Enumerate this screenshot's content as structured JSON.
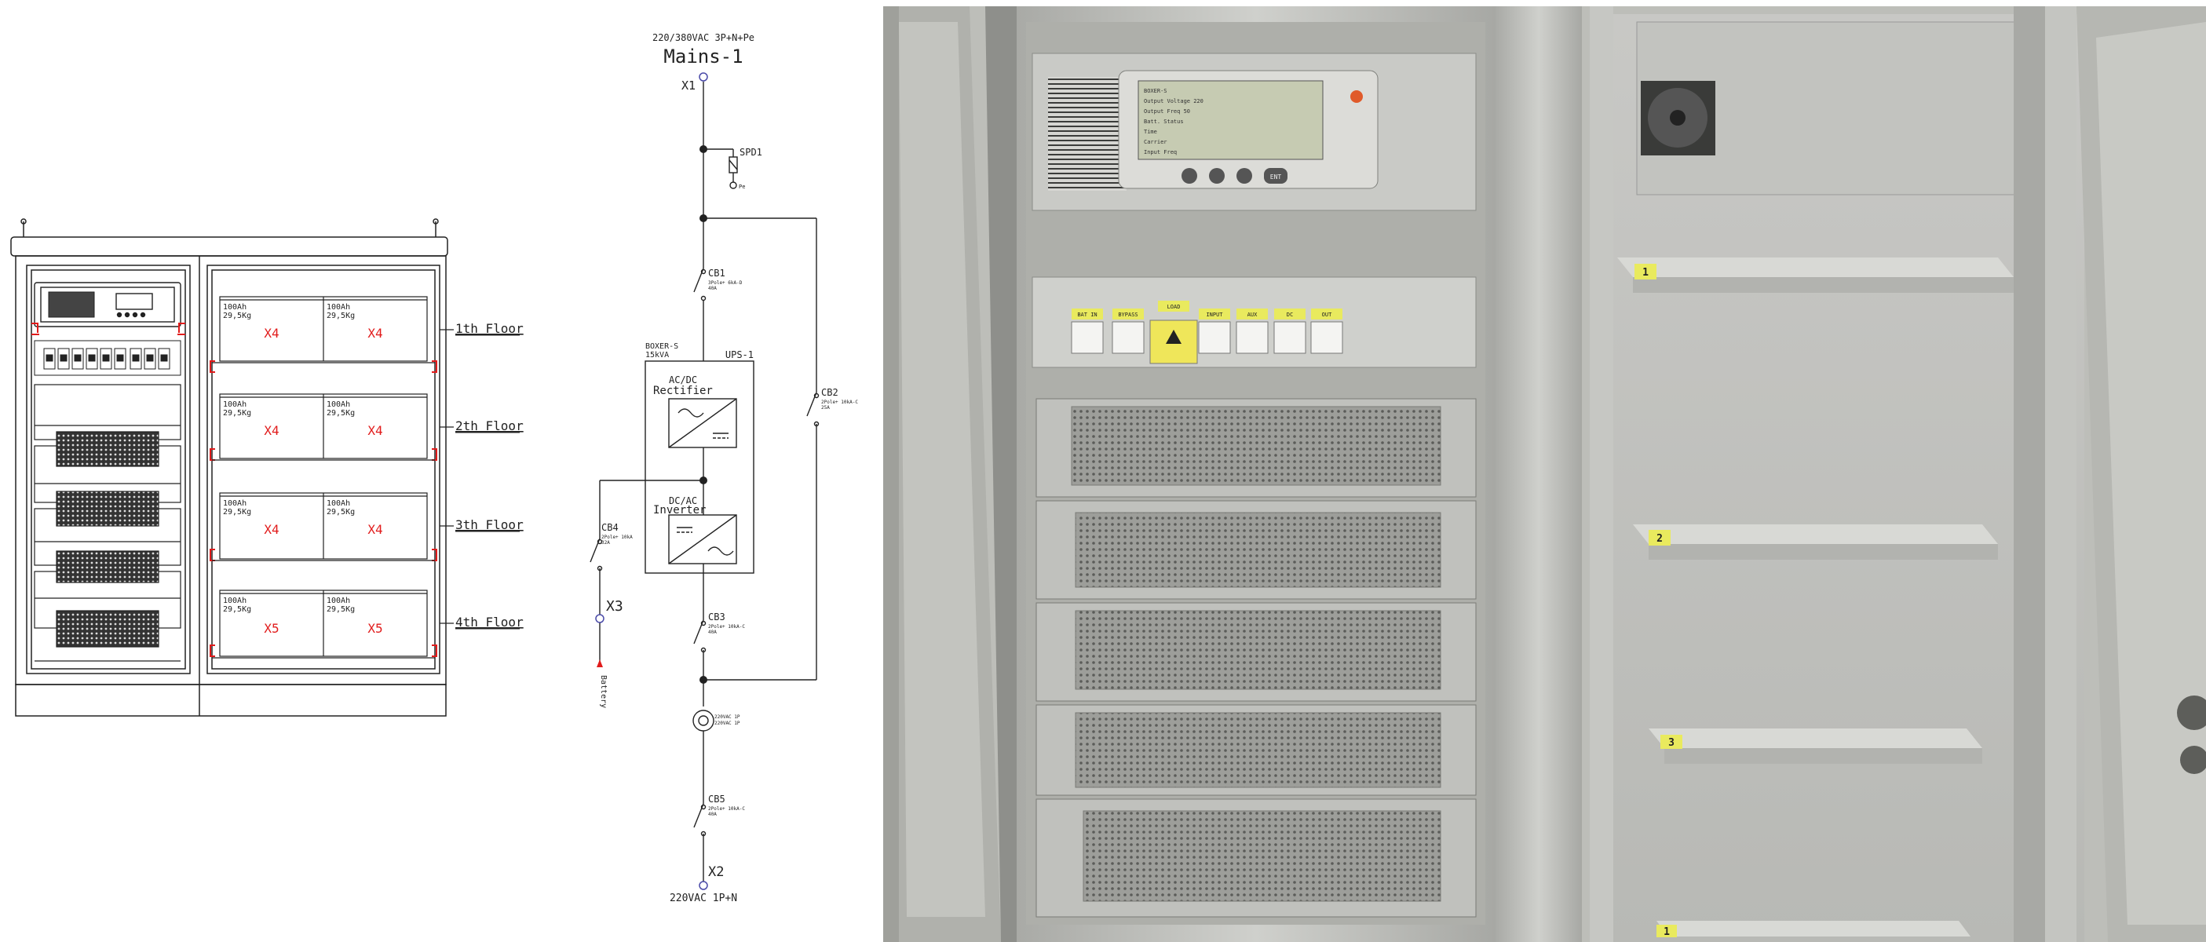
{
  "cabinet": {
    "batteries": [
      {
        "floor": "1th Floor",
        "cells": [
          {
            "cap": "100Ah",
            "wt": "29,5Kg",
            "qty": "X4"
          },
          {
            "cap": "100Ah",
            "wt": "29,5Kg",
            "qty": "X4"
          }
        ]
      },
      {
        "floor": "2th Floor",
        "cells": [
          {
            "cap": "100Ah",
            "wt": "29,5Kg",
            "qty": "X4"
          },
          {
            "cap": "100Ah",
            "wt": "29,5Kg",
            "qty": "X4"
          }
        ]
      },
      {
        "floor": "3th Floor",
        "cells": [
          {
            "cap": "100Ah",
            "wt": "29,5Kg",
            "qty": "X4"
          },
          {
            "cap": "100Ah",
            "wt": "29,5Kg",
            "qty": "X4"
          }
        ]
      },
      {
        "floor": "4th Floor",
        "cells": [
          {
            "cap": "100Ah",
            "wt": "29,5Kg",
            "qty": "X5"
          },
          {
            "cap": "100Ah",
            "wt": "29,5Kg",
            "qty": "X5"
          }
        ]
      }
    ]
  },
  "schematic": {
    "supply": "220/380VAC 3P+N+Pe",
    "mains": "Mains-1",
    "x1": "X1",
    "spd": "SPD1",
    "pe": "Pe",
    "cb1": {
      "name": "CB1",
      "spec": "3Pole+ 6kA-D",
      "rating": "40A"
    },
    "cb2": {
      "name": "CB2",
      "spec": "2Pole+ 10kA-C",
      "rating": "25A"
    },
    "cb3": {
      "name": "CB3",
      "spec": "2Pole+ 10kA-C",
      "rating": "40A"
    },
    "cb4": {
      "name": "CB4",
      "spec": "2Pole+ 10kA",
      "rating": "32A"
    },
    "cb5": {
      "name": "CB5",
      "spec": "2Pole+ 10kA-C",
      "rating": "40A"
    },
    "ups_model": "BOXER-S",
    "ups_power": "15kVA",
    "ups_name": "UPS-1",
    "rect1": "AC/DC",
    "rect2": "Rectifier",
    "inv1": "DC/AC",
    "inv2": "Inverter",
    "x3": "X3",
    "battery": "Battery",
    "trafo1": "220VAC 1P",
    "trafo2": "220VAC 1P",
    "x2": "X2",
    "output": "220VAC 1P+N"
  },
  "photo": {
    "shelf_labels": [
      "1",
      "2",
      "3",
      "1"
    ],
    "lcd_lines": [
      "BOXER-S",
      "Output Voltage 220",
      "Output Freq 50",
      "Batt. Status",
      "Time",
      "Carrier",
      "Input Freq"
    ],
    "breaker_labels": [
      "BAT IN",
      "BYPASS",
      "LOAD",
      "INPUT",
      "AUX",
      "DC",
      "OUT"
    ],
    "button_label": "ENT"
  },
  "colors": {
    "line": "#222222",
    "accent": "#e11b1b",
    "photo_metal": "#b9bab6"
  }
}
